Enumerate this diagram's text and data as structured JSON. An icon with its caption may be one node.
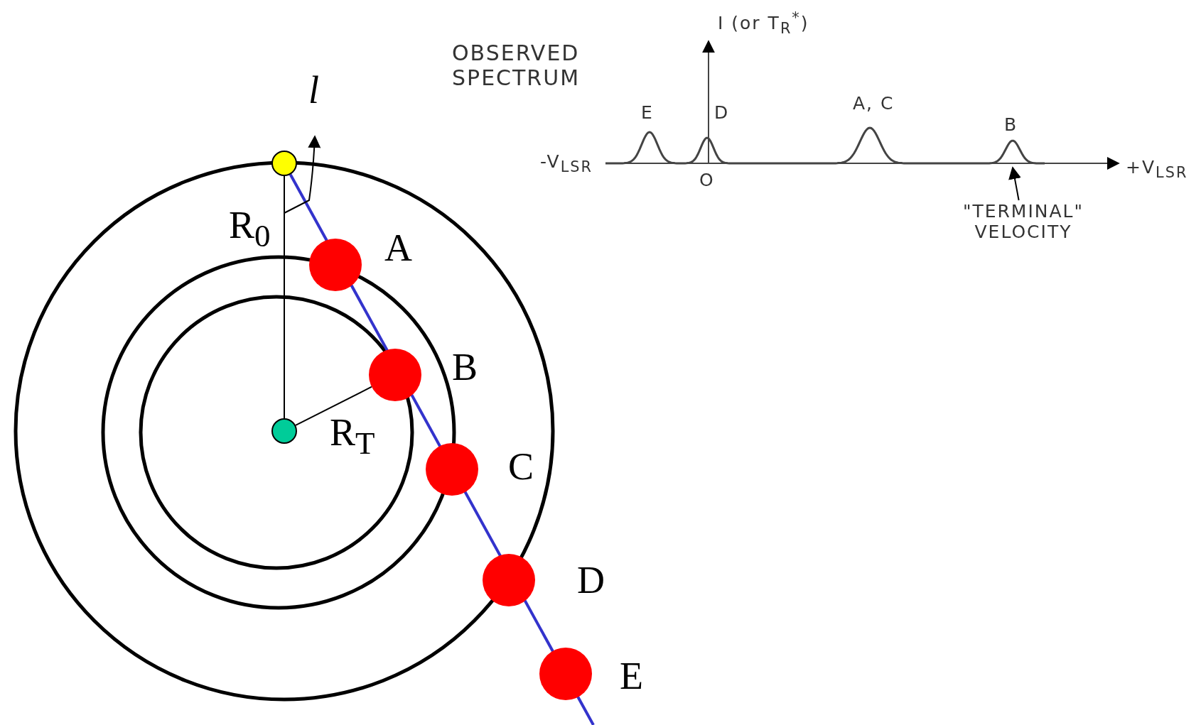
{
  "diagram": {
    "nodes": [
      {
        "text": [],
        "shape": "circle"
      },
      {
        "text": [],
        "shape": "circle"
      },
      {
        "text": [],
        "shape": "circle",
        "beside": [
          "A"
        ]
      },
      {
        "text": [],
        "shape": "circle",
        "beside": [
          "B"
        ]
      },
      {
        "text": [],
        "shape": "circle",
        "beside": [
          "C"
        ]
      },
      {
        "text": [],
        "shape": "circle",
        "beside": [
          "D"
        ]
      },
      {
        "text": [],
        "shape": "circle",
        "beside": [
          "E"
        ]
      },
      {
        "text": [
          "\"TERMINAL\" VELOCITY"
        ]
      },
      {
        "text": [],
        "shape": "picture"
      }
    ],
    "edges": [
      {
        "from": 0,
        "to": 1,
        "arrow": "none",
        "label": "R$_{0}$"
      },
      {
        "from": 1,
        "to": 3,
        "arrow": "none",
        "label": "R$_{T}$"
      },
      {
        "from": 0,
        "to": null,
        "arrow": "none",
        "color": "#3333cc"
      },
      {
        "from": 7,
        "to": 8,
        "arrow": "to"
      }
    ],
    "labels": [
      "l",
      "OBSERVED SPECTRUM",
      "I (or T$_{R}$$^{*}$)",
      "E",
      "D",
      "A, C",
      "B",
      "-V$_{LSR}$",
      "O",
      "+V$_{LSR}$"
    ]
  }
}
